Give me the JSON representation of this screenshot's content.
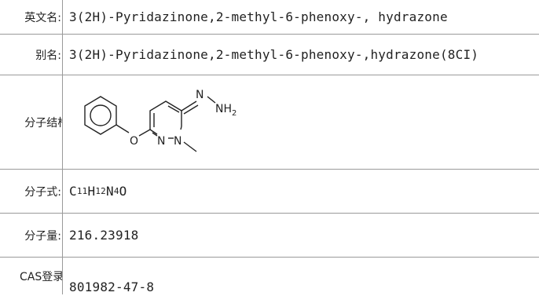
{
  "rows": {
    "english_name": {
      "label": "英文名:",
      "value": "3(2H)-Pyridazinone,2-methyl-6-phenoxy-, hydrazone"
    },
    "alias": {
      "label": "别名:",
      "value": "3(2H)-Pyridazinone,2-methyl-6-phenoxy-,hydrazone(8CI)"
    },
    "structure": {
      "label": "分子结构:",
      "atoms": {
        "n1": "N",
        "n2": "N",
        "n3": "N",
        "o": "O",
        "nh": "NH",
        "sub2": "2"
      }
    },
    "formula": {
      "label": "分子式:",
      "c": "C",
      "c_n": "11",
      "h": "H",
      "h_n": "12",
      "n": "N",
      "n_n": "4",
      "o": "O"
    },
    "weight": {
      "label": "分子量:",
      "value": "216.23918"
    },
    "cas": {
      "label": "CAS登录号:",
      "value": "801982-47-8"
    }
  }
}
